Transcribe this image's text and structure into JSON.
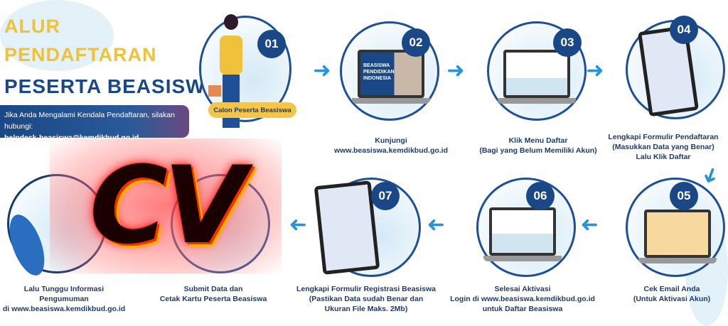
{
  "header": {
    "title_line1": "ALUR",
    "title_line2": "PENDAFTARAN",
    "title_line3": "PESERTA BEASISWA",
    "help_text": "Jika Anda Mengalami Kendala Pendaftaran, silakan hubungi:",
    "help_email": "helpdesk-beasiswa@kemdikbud.go.id"
  },
  "steps": [
    {
      "number": "01",
      "label": "Calon Peserta Beasiswa"
    },
    {
      "number": "02",
      "caption_1": "Kunjungi",
      "caption_2": "www.beasiswa.kemdikbud.go.id",
      "screen_text": "BEASISWA PENDIDIKAN INDONESIA"
    },
    {
      "number": "03",
      "caption_1": "Klik Menu Daftar",
      "caption_2": "(Bagi yang Belum Memiliki Akun)"
    },
    {
      "number": "04",
      "caption_1": "Lengkapi Formulir Pendaftaran",
      "caption_2": "(Masukkan Data yang Benar)",
      "caption_3": "Lalu Klik Daftar"
    },
    {
      "number": "05",
      "caption_1": "Cek Email Anda",
      "caption_2": "(Untuk Aktivasi Akun)"
    },
    {
      "number": "06",
      "caption_1": "Selesai Aktivasi",
      "caption_2": "Login di www.beasiswa.kemdikbud.go.id",
      "caption_3": "untuk Daftar Beasiswa"
    },
    {
      "number": "07",
      "caption_1": "Lengkapi Formulir Registrasi Beasiswa",
      "caption_2": "(Pastikan Data sudah Benar dan",
      "caption_3": "Ukuran File Maks. 2Mb)"
    },
    {
      "caption_1": "Submit Data dan",
      "caption_2": "Cetak Kartu Peserta Beasiswa"
    },
    {
      "caption_1": "Lalu Tunggu Informasi Pengumuman",
      "caption_2": "di www.beasiswa.kemdikbud.go.id"
    }
  ],
  "overlay_logo": "CV",
  "colors": {
    "primary": "#1a4886",
    "accent": "#f0c23c",
    "arrow": "#2a93d8"
  }
}
